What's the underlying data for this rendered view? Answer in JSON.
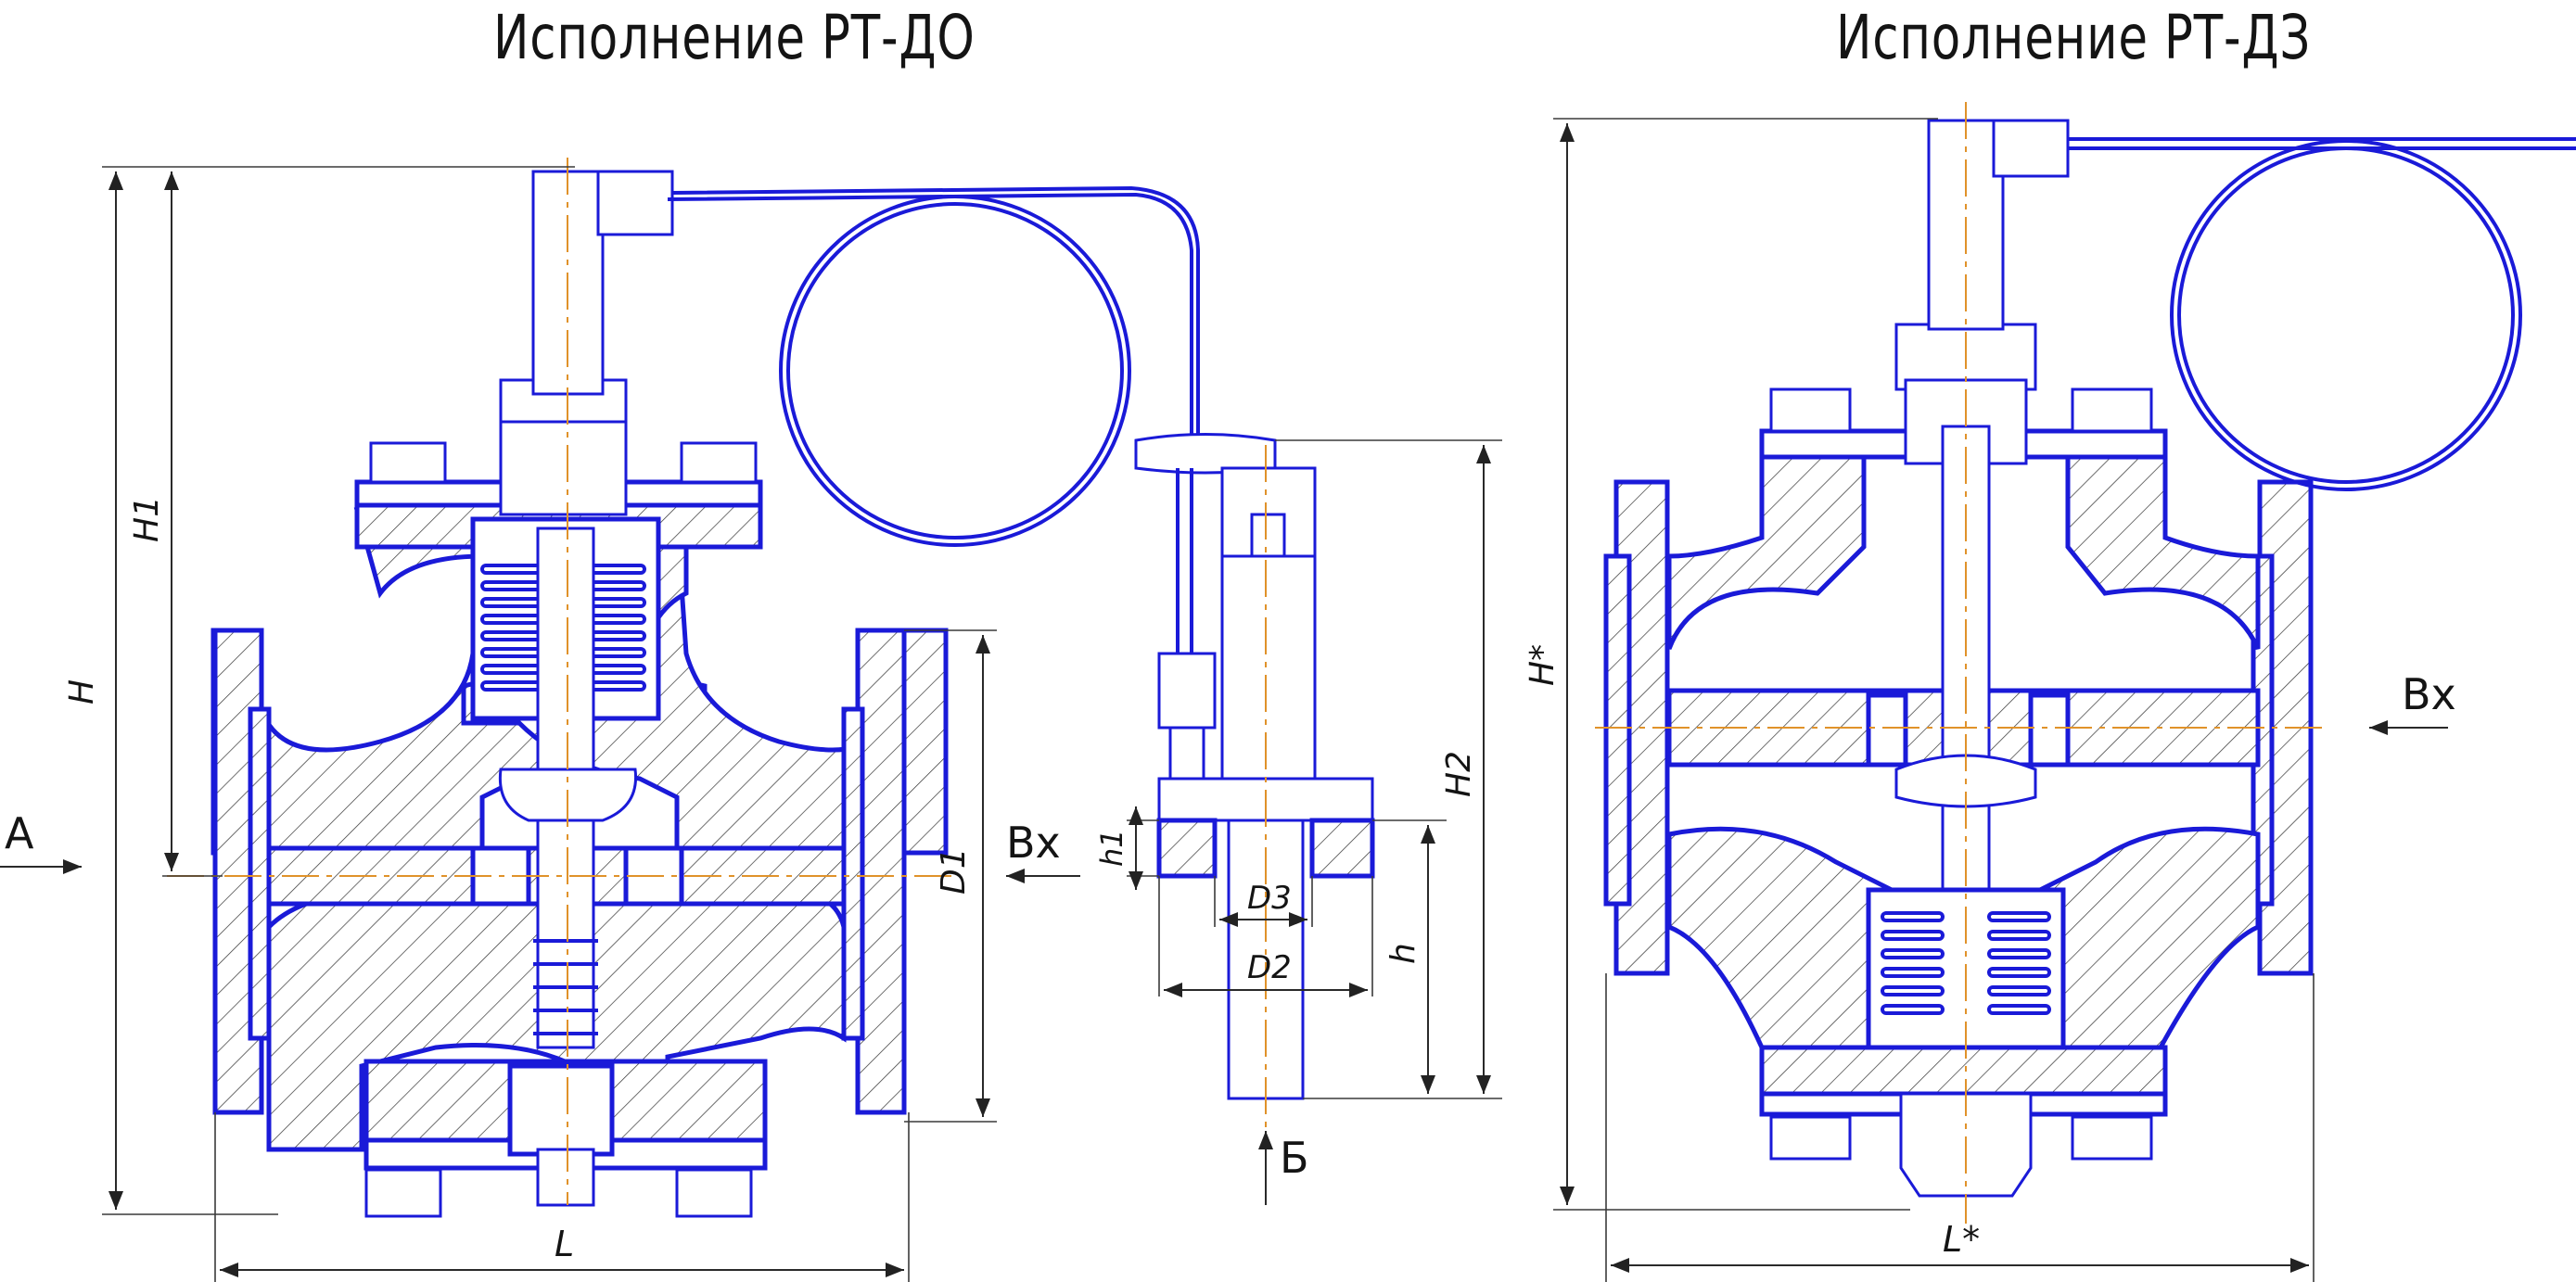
{
  "titles": {
    "left": "Исполнение РТ-ДО",
    "right": "Исполнение РТ-ДЗ"
  },
  "labels": {
    "H": "H",
    "H1": "H1",
    "H2": "H2",
    "H_star": "H*",
    "L": "L",
    "L_star": "L*",
    "D1": "D1",
    "D2": "D2",
    "D3": "D3",
    "h": "h",
    "h1": "h1",
    "vx_left": "Вх",
    "vx_right": "Вх",
    "A": "А",
    "B": "Б"
  },
  "colors": {
    "line": "#1a1ad8",
    "dimension": "#2a2a2a",
    "axis": "#e0922a"
  }
}
